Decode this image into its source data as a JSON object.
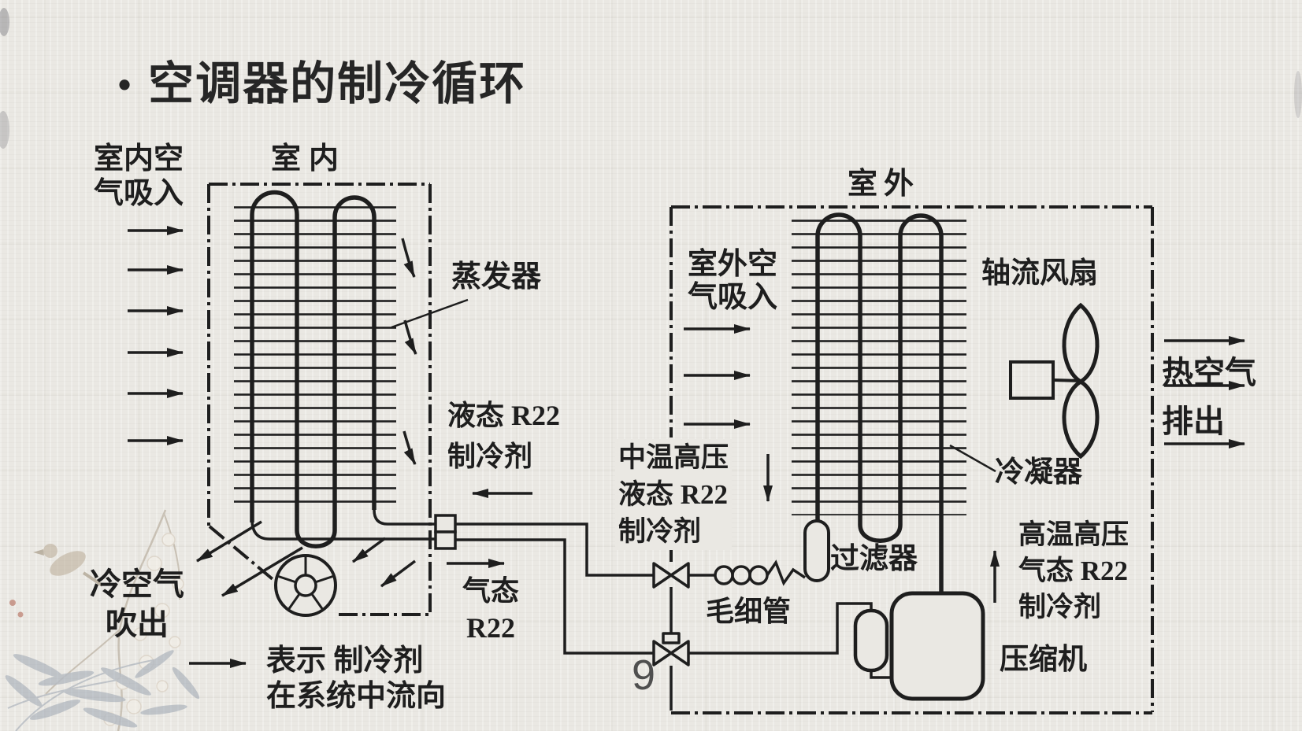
{
  "slide": {
    "title_bullet": "•",
    "title": "空调器的制冷循环",
    "page_number": "9"
  },
  "colors": {
    "ink": "#1e1e1e",
    "paper": "#eae8e3",
    "page_number_gray": "#4f4f4f",
    "decoration_red": "#a8503c",
    "decoration_blue_gray": "#8591a3"
  },
  "diagram": {
    "indoor": {
      "region_label": "室内",
      "air_in": [
        "室内空",
        "气吸入"
      ],
      "evaporator": "蒸发器",
      "liquid_line": [
        "液态 R22",
        "制冷剂"
      ],
      "gas_line": [
        "气态",
        "R22"
      ],
      "cold_air_out": [
        "冷空气",
        "吹出"
      ]
    },
    "connection": {
      "mid_temp_liquid": [
        "中温高压",
        "液态 R22",
        "制冷剂"
      ],
      "capillary": "毛细管"
    },
    "outdoor": {
      "region_label": "室外",
      "air_in": [
        "室外空",
        "气吸入"
      ],
      "axial_fan": "轴流风扇",
      "condenser": "冷凝器",
      "filter": "过滤器",
      "high_temp_gas": [
        "高温高压",
        "气态 R22",
        "制冷剂"
      ],
      "compressor": "压缩机",
      "hot_air_out": [
        "热空气",
        "排出"
      ]
    },
    "legend": [
      "表示 制冷剂",
      "在系统中流向"
    ],
    "icons": {
      "evaporator-coil": "finned hairpin coil",
      "condenser-coil": "finned hairpin coil",
      "blower-fan-icon": "centrifugal fan circle with spokes",
      "axial-fan-icon": "two-blade propeller with motor box",
      "filter-symbol": "vertical capsule",
      "accumulator-symbol": "small capsule",
      "compressor-symbol": "rounded rectangle",
      "service-valve-icon": "bowtie valve",
      "capillary-symbol": "three-loop coil",
      "flow-arrow": "black arrow"
    }
  }
}
